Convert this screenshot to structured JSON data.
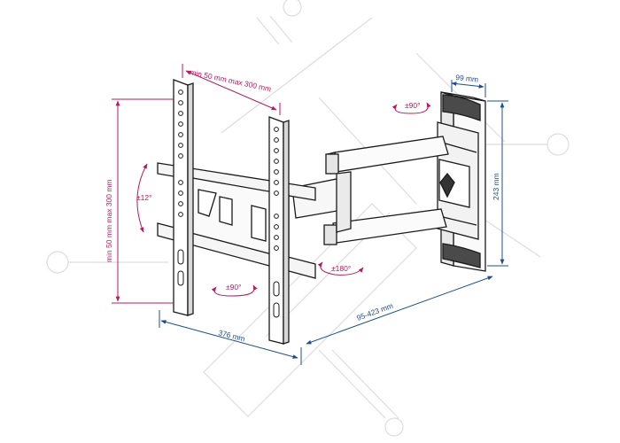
{
  "labels": {
    "vesa_horizontal": "min 50 mm max 300 mm",
    "vesa_vertical": "min 50 mm max 300 mm",
    "tilt": "±12°",
    "swivel_plate": "±90°",
    "rotate_plate": "±180°",
    "swivel_wall": "±90°",
    "plate_width": "376 mm",
    "extension": "95-423 mm",
    "wall_height": "243 mm",
    "wall_depth": "99 mm"
  },
  "colors": {
    "accent_magenta": "#b8195f",
    "accent_blue": "#1f4e8c",
    "outline": "#1a1a1a",
    "watermark": "#d9d9d9"
  }
}
